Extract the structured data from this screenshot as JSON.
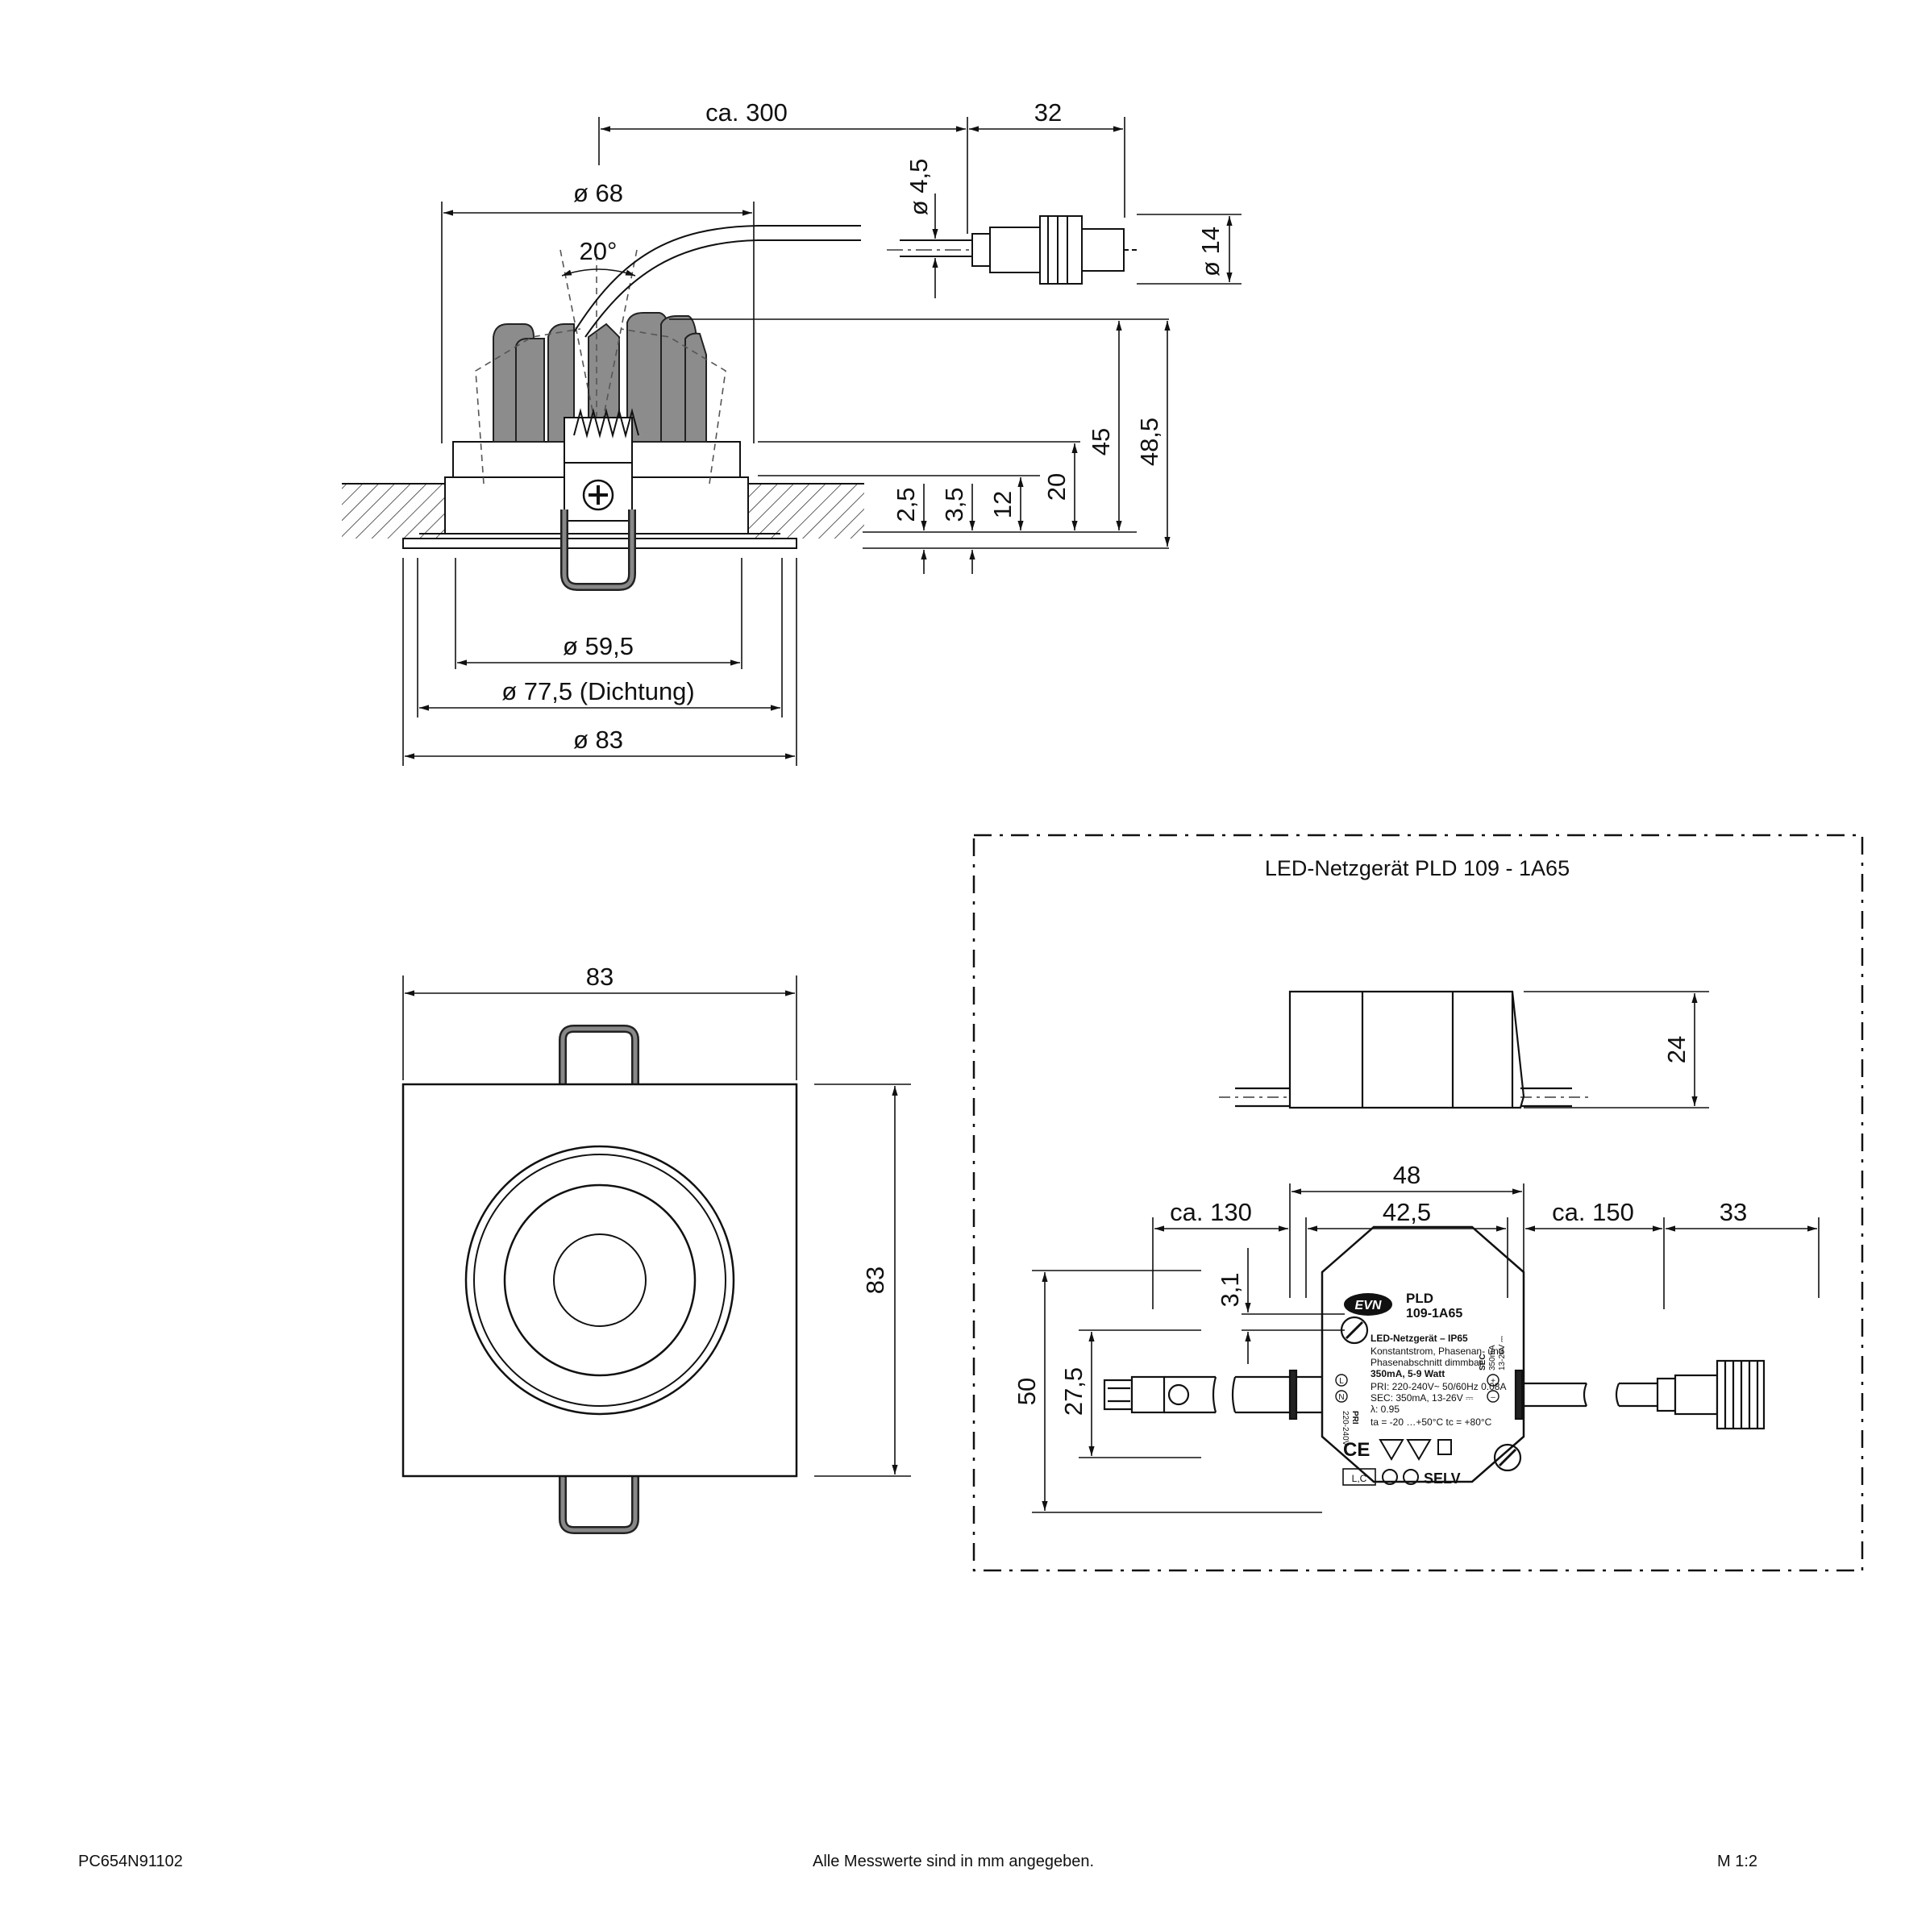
{
  "side_view": {
    "dims": {
      "cable_length": "ca. 300",
      "plug_length": "32",
      "outer_diameter": "ø 68",
      "cable_diameter": "ø 4,5",
      "plug_diameter": "ø 14",
      "tilt_angle": "20°",
      "h_total": "48,5",
      "h_45": "45",
      "h_20": "20",
      "h_12": "12",
      "h_3_5": "3,5",
      "h_2_5": "2,5",
      "cutout": "ø 59,5",
      "gasket": "ø 77,5 (Dichtung)",
      "flange": "ø 83"
    }
  },
  "top_view": {
    "dims": {
      "width": "83",
      "height": "83"
    }
  },
  "driver": {
    "title": "LED-Netzgerät PLD 109 - 1A65",
    "dims": {
      "height": "24",
      "total_width": "48",
      "body_width": "42,5",
      "cable_in": "ca. 130",
      "cable_out": "ca. 150",
      "plug": "33",
      "depth": "50",
      "inner": "27,5",
      "offset": "3,1"
    },
    "label": {
      "brand": "EVN",
      "model_line1": "PLD",
      "model_line2": "109-1A65",
      "heading": "LED-Netzgerät  –  IP65",
      "line1": "Konstantstrom, Phasenan- und",
      "line2": "Phasenabschnitt dimmbar",
      "line3": "350mA, 5-9 Watt",
      "line4": "PRI: 220-240V~  50/60Hz 0.08A",
      "line5": "SEC: 350mA, 13-26V ⎓",
      "line6": "λ: 0.95",
      "line7": "ta = -20 …+50°C  tc = +80°C",
      "pri_label": "PRI",
      "pri_value": "220-240V~",
      "sec_label": "SEC",
      "sec_value1": "350mA",
      "sec_value2": "13-26V ⎓",
      "term_l": "L",
      "term_n": "N",
      "term_plus": "+",
      "term_minus": "–",
      "ce": "CE",
      "selv": "SELV",
      "lc": "L,C"
    }
  },
  "footer": {
    "code": "PC654N91102",
    "note": "Alle Messwerte sind in mm angegeben.",
    "scale": "M 1:2"
  }
}
